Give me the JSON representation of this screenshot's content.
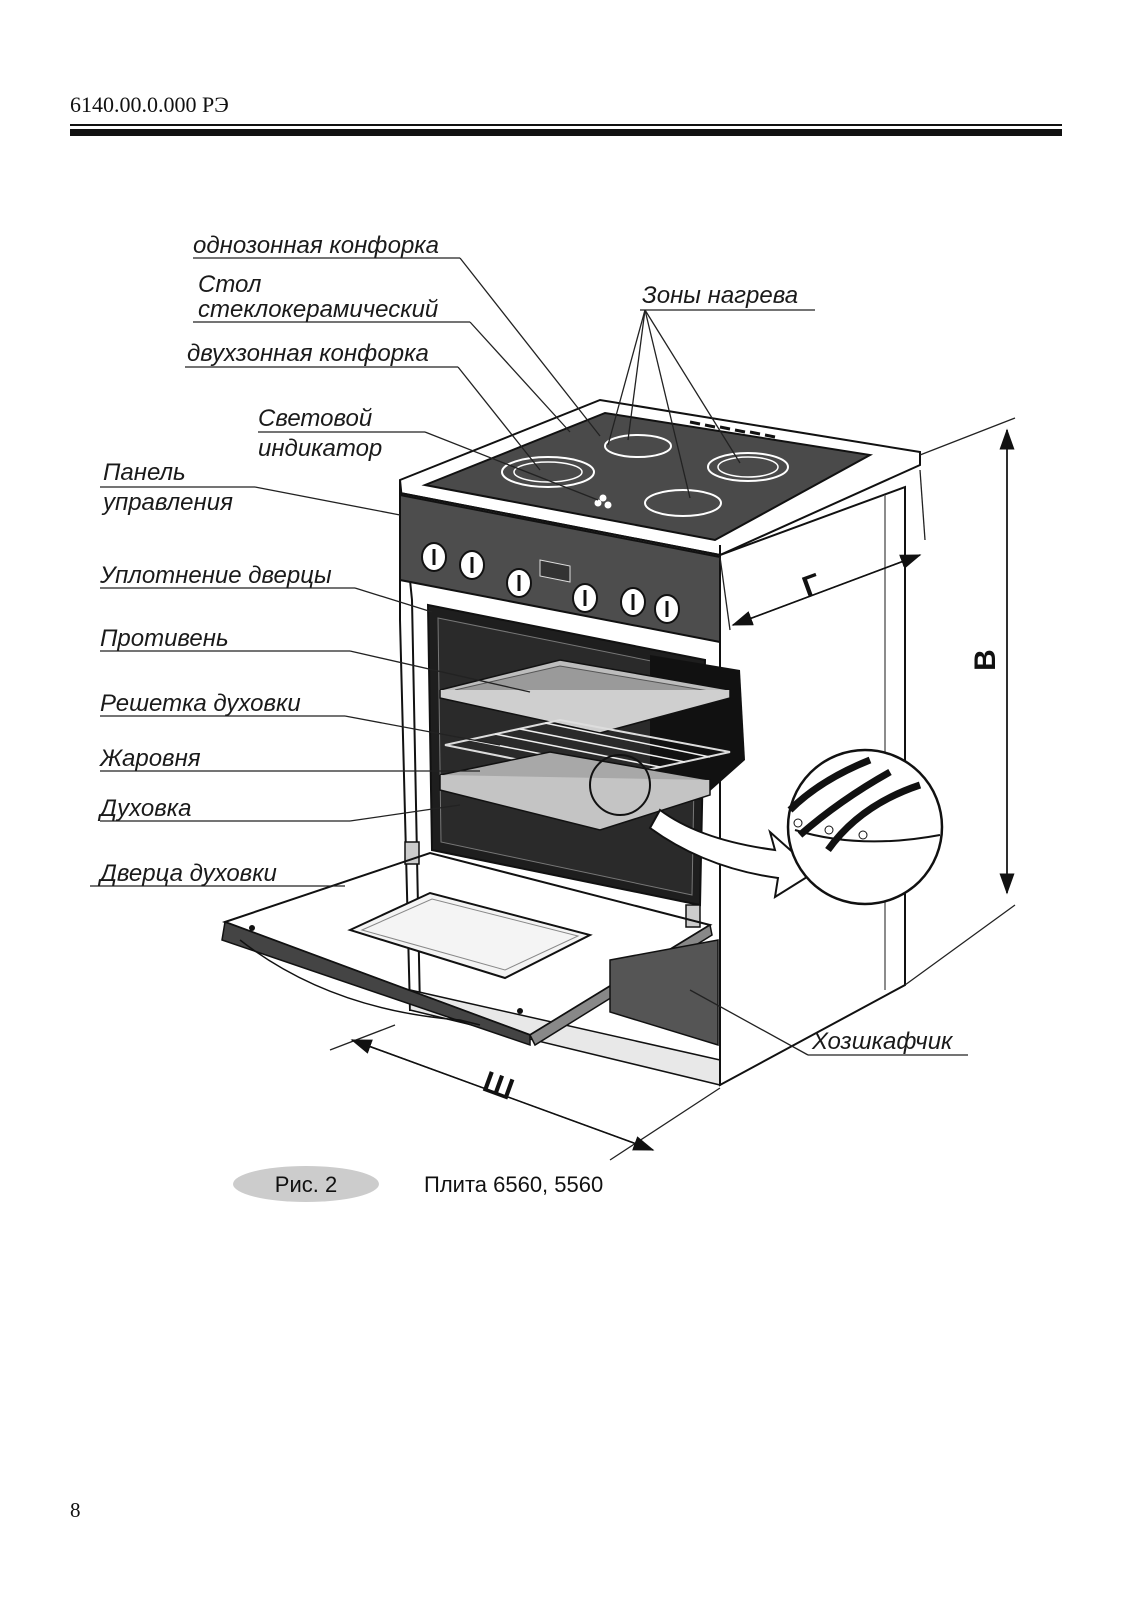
{
  "header": {
    "doc_code": "6140.00.0.000 РЭ"
  },
  "labels": {
    "single_zone_burner": "однозонная конфорка",
    "glass_table_line1": "Стол",
    "glass_table_line2": "стеклокерамический",
    "dual_zone_burner": "двухзонная конфорка",
    "light_indicator_line1": "Световой",
    "light_indicator_line2": "индикатор",
    "control_panel_line1": "Панель",
    "control_panel_line2": "управления",
    "door_seal": "Уплотнение дверцы",
    "baking_tray": "Противень",
    "oven_rack": "Решетка духовки",
    "roasting_pan": "Жаровня",
    "oven": "Духовка",
    "oven_door": "Дверца духовки",
    "heating_zones": "Зоны нагрева",
    "storage_drawer": "Хозшкафчик"
  },
  "dimensions": {
    "height": "В",
    "depth": "Г",
    "width": "Ш"
  },
  "caption": {
    "figure_no": "Рис. 2",
    "title": "Плита 6560, 5560"
  },
  "page_number": "8"
}
